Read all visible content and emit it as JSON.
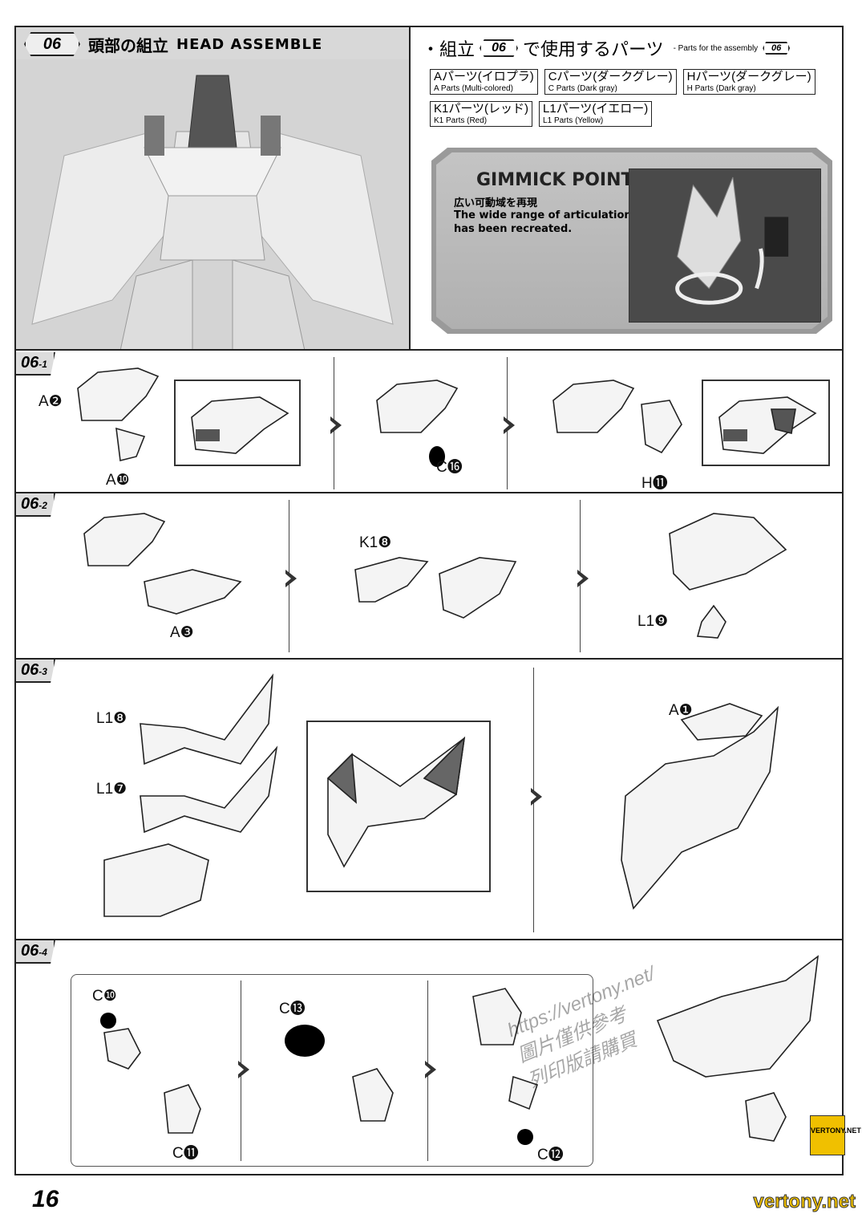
{
  "header": {
    "step_number": "06",
    "title_jp": "頭部の組立",
    "title_en": "HEAD ASSEMBLE"
  },
  "parts_used": {
    "title_prefix": "・組立",
    "title_step": "06",
    "title_suffix": "で使用するパーツ",
    "subtitle": "- Parts for the assembly",
    "subtitle_step": "06",
    "items": [
      {
        "jp": "Aパーツ(イロプラ)",
        "en": "A Parts (Multi-colored)"
      },
      {
        "jp": "Cパーツ(ダークグレー)",
        "en": "C Parts (Dark gray)"
      },
      {
        "jp": "Hパーツ(ダークグレー)",
        "en": "H Parts (Dark gray)"
      },
      {
        "jp": "K1パーツ(レッド)",
        "en": "K1 Parts (Red)"
      },
      {
        "jp": "L1パーツ(イエロー)",
        "en": "L1 Parts (Yellow)"
      }
    ]
  },
  "gimmick": {
    "title": "GIMMICK POINT",
    "jp": "広い可動域を再現",
    "en_line1": "The wide range of articulation",
    "en_line2": "has been recreated."
  },
  "steps": [
    {
      "tag": "06",
      "sub": "-1",
      "labels": [
        "A❷",
        "A❿",
        "C⓰",
        "H⓫"
      ]
    },
    {
      "tag": "06",
      "sub": "-2",
      "labels": [
        "A❸",
        "K1❽",
        "L1❾"
      ]
    },
    {
      "tag": "06",
      "sub": "-3",
      "labels": [
        "L1❽",
        "L1❼",
        "A❶"
      ]
    },
    {
      "tag": "06",
      "sub": "-4",
      "labels": [
        "C❿",
        "C⓫",
        "C⓭",
        "C⓬"
      ]
    }
  ],
  "page_number": "16",
  "watermark": {
    "url": "https://vertony.net/",
    "cn_line1": "圖片僅供參考",
    "cn_line2": "列印版請購買",
    "logo": "VERTONY.NET",
    "site": "vertony.net"
  }
}
